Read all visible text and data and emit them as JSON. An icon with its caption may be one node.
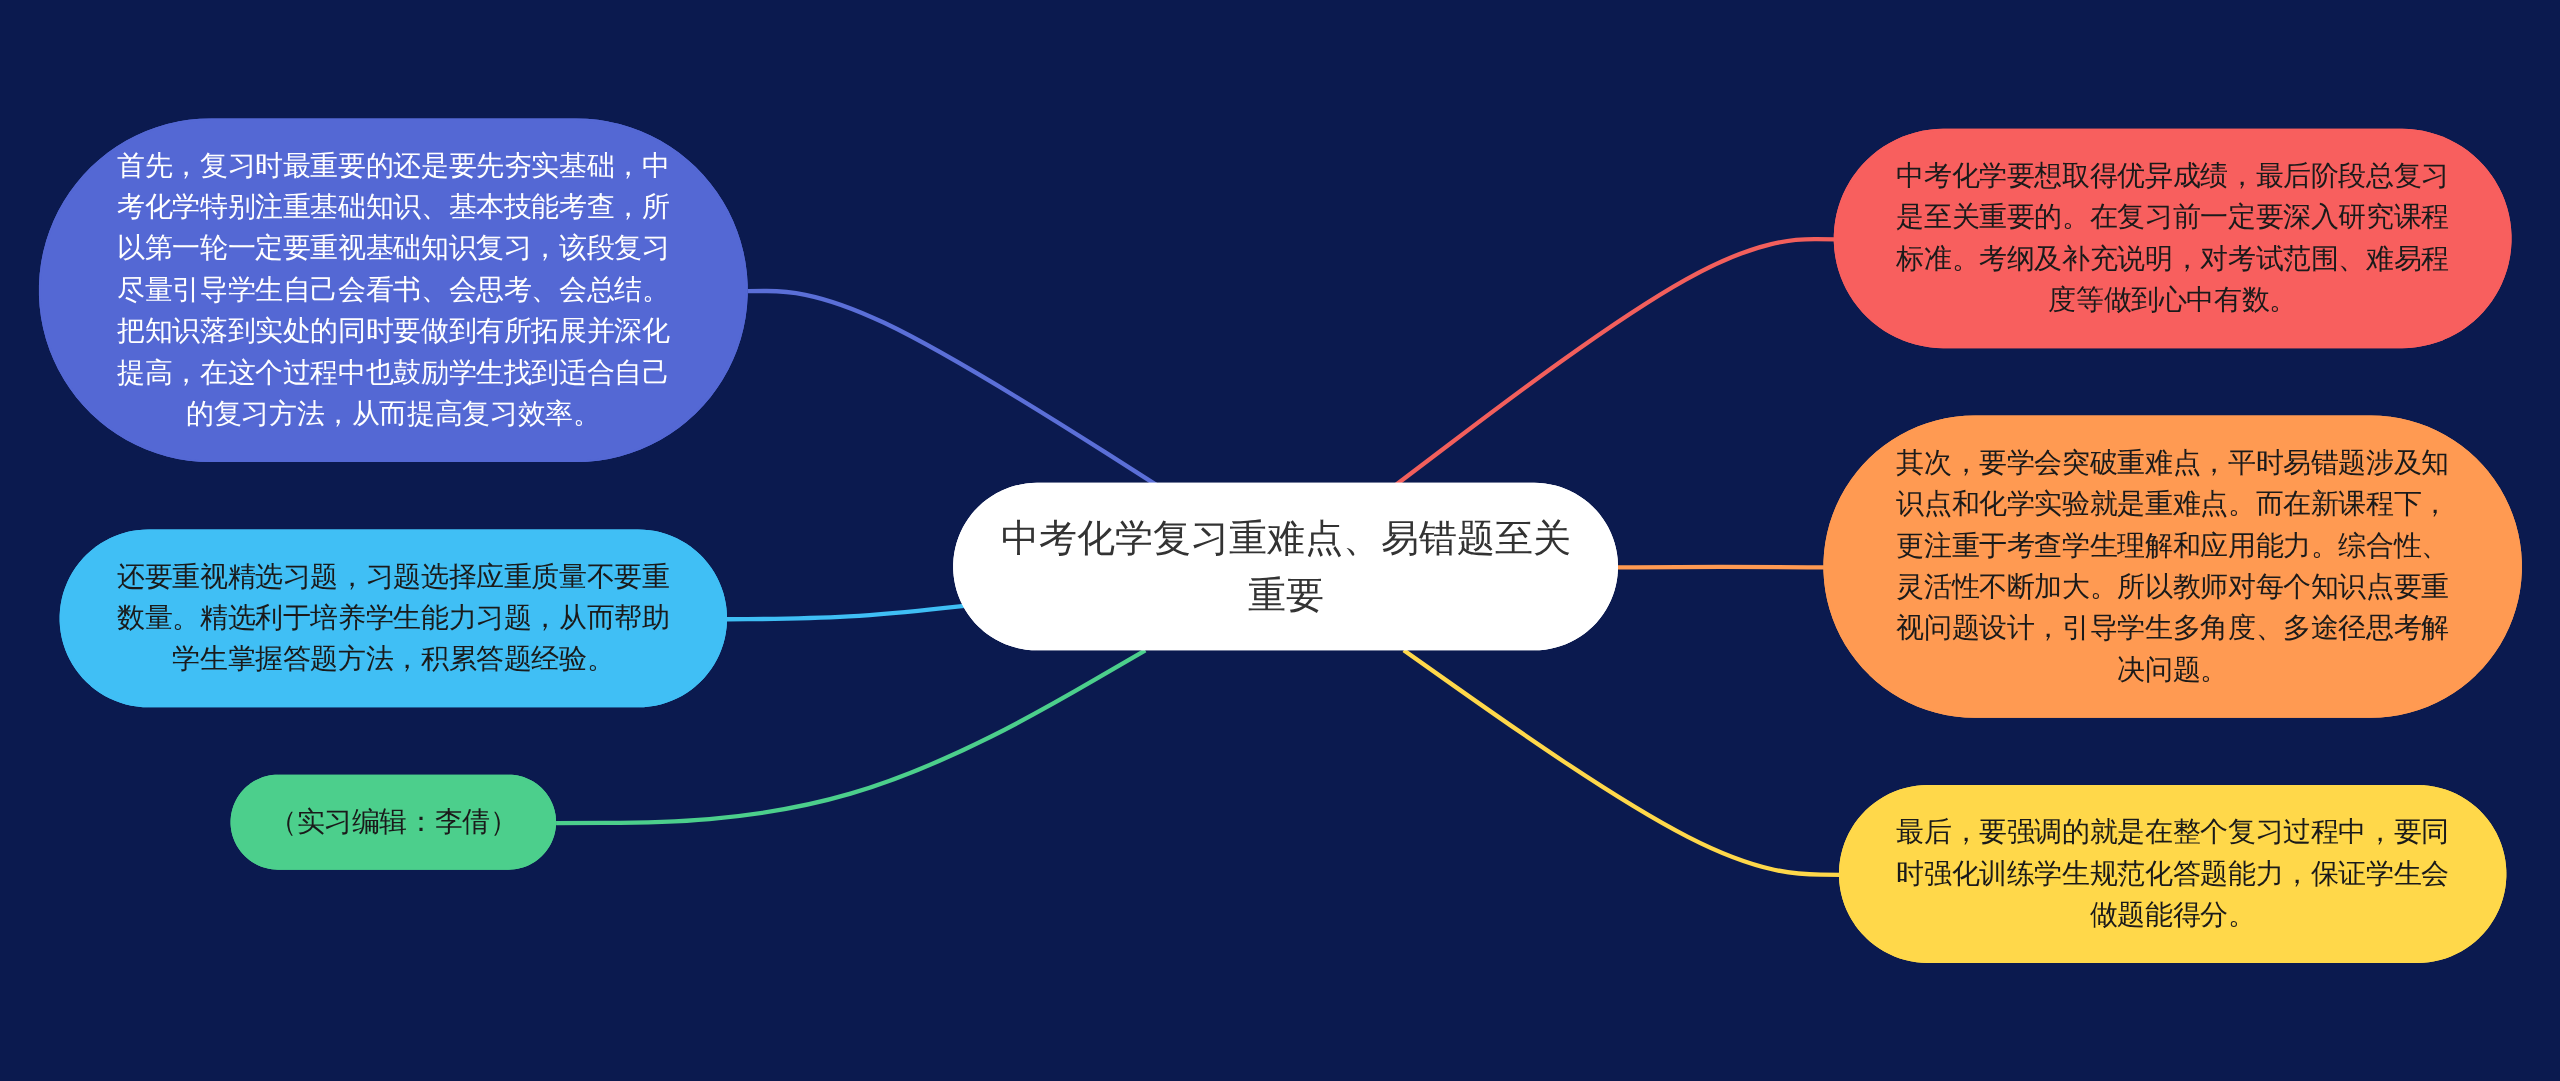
{
  "diagram": {
    "nodes": [
      {
        "text": [
          "中考化学复习重难点、易错题至关重要"
        ]
      },
      {
        "text": [
          "首先，复习时最重要的还是要先夯实基础，中考化学特别注重基础知识、基本技能考查，所以第一轮一定要重视基础知识复习，该段复习尽量引导学生自己会看书、会思考、会总结。把知识落到实处的同时要做到有所拓展并深化提高，在这个过程中也鼓励学生找到适合自己的复习方法，从而提高复习效率。"
        ]
      },
      {
        "text": [
          "还要重视精选习题，习题选择应重质量不要重数量。精选利于培养学生能力习题，从而帮助学生掌握答题方法，积累答题经验。"
        ]
      },
      {
        "text": [
          "（实习编辑：李倩）"
        ]
      },
      {
        "text": [
          "中考化学要想取得优异成绩，最后阶段总复习是至关重要的。在复习前一定要深入研究课程标准。考纲及补充说明，对考试范围、难易程度等做到心中有数。"
        ]
      },
      {
        "text": [
          "其次，要学会突破重难点，平时易错题涉及知识点和化学实验就是重难点。而在新课程下，更注重于考查学生理解和应用能力。综合性、灵活性不断加大。所以教师对每个知识点要重视问题设计，引导学生多角度、多途径思考解决问题。"
        ]
      },
      {
        "text": [
          "最后，要强调的就是在整个复习过程中，要同时强化训练学生规范化答题能力，保证学生会做题能得分。"
        ]
      }
    ],
    "edges": [
      {
        "from": 1,
        "to": 0,
        "arrow": "none",
        "color": "#5b6fd8"
      },
      {
        "from": 2,
        "to": 0,
        "arrow": "none",
        "color": "#3fbff5"
      },
      {
        "from": 3,
        "to": 0,
        "arrow": "none",
        "color": "#4ccf8c"
      },
      {
        "from": 0,
        "to": 4,
        "arrow": "none",
        "color": "#f25f5c"
      },
      {
        "from": 0,
        "to": 5,
        "arrow": "none",
        "color": "#ff9a52"
      },
      {
        "from": 0,
        "to": 6,
        "arrow": "none",
        "color": "#ffd84a"
      }
    ]
  }
}
